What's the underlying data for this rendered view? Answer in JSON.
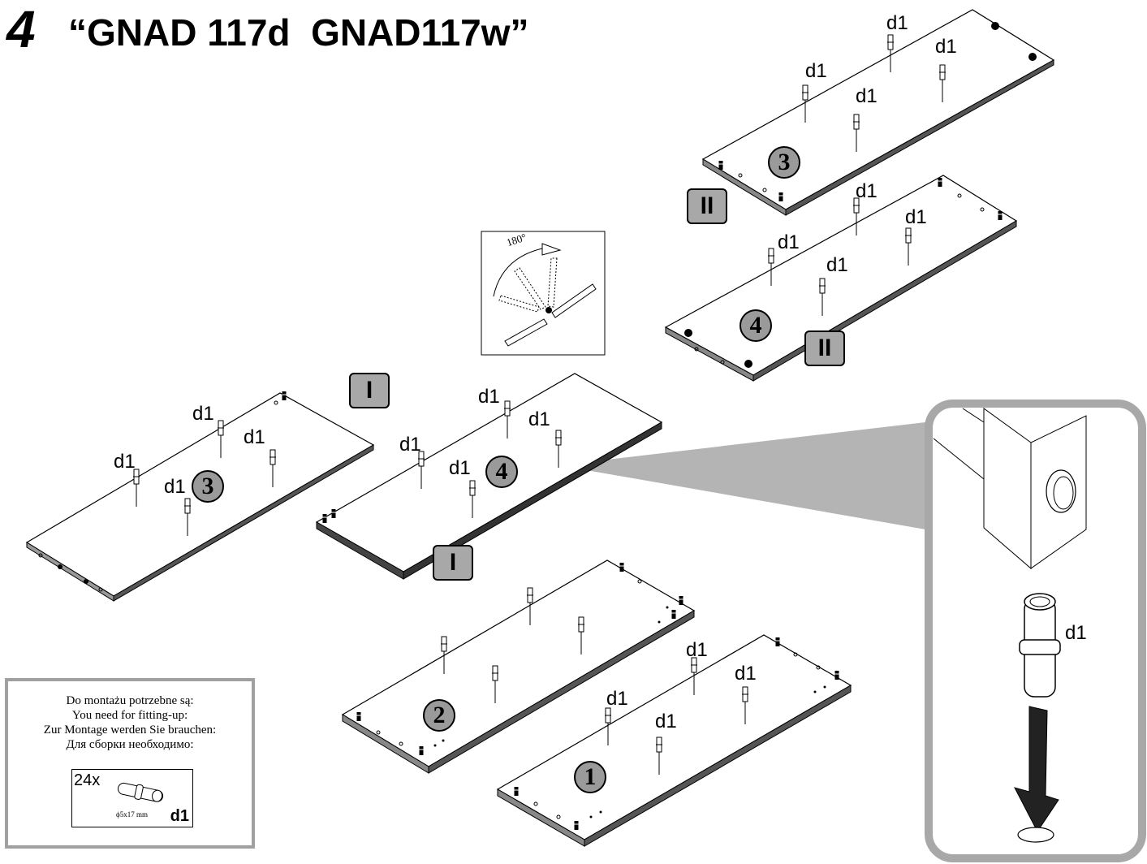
{
  "step": {
    "number": "4",
    "title": "“GNAD 117d  GNAD117w”"
  },
  "panels": {
    "p1": "1",
    "p2": "2",
    "p3_left": "3",
    "p3_right": "3",
    "p4_mid": "4",
    "p4_right": "4"
  },
  "labels": {
    "dowel": "d1"
  },
  "orientation": {
    "i": "I",
    "ii": "II"
  },
  "rotation": {
    "angle": "180°"
  },
  "parts": {
    "lines": [
      "Do montażu potrzebne są:",
      "You need for fitting-up:",
      "Zur Montage werden Sie brauchen:",
      "Для сборки необходимо:"
    ],
    "count": "24x",
    "size": "ϕ5x17 mm",
    "code": "d1"
  },
  "colors": {
    "badge": "#9a9a9a",
    "frame": "#a0a0a0",
    "callout": "#b4b4b4"
  },
  "icons": [
    "dowel-icon",
    "rotate-arrow-icon",
    "insert-arrow-icon",
    "board-icon"
  ]
}
